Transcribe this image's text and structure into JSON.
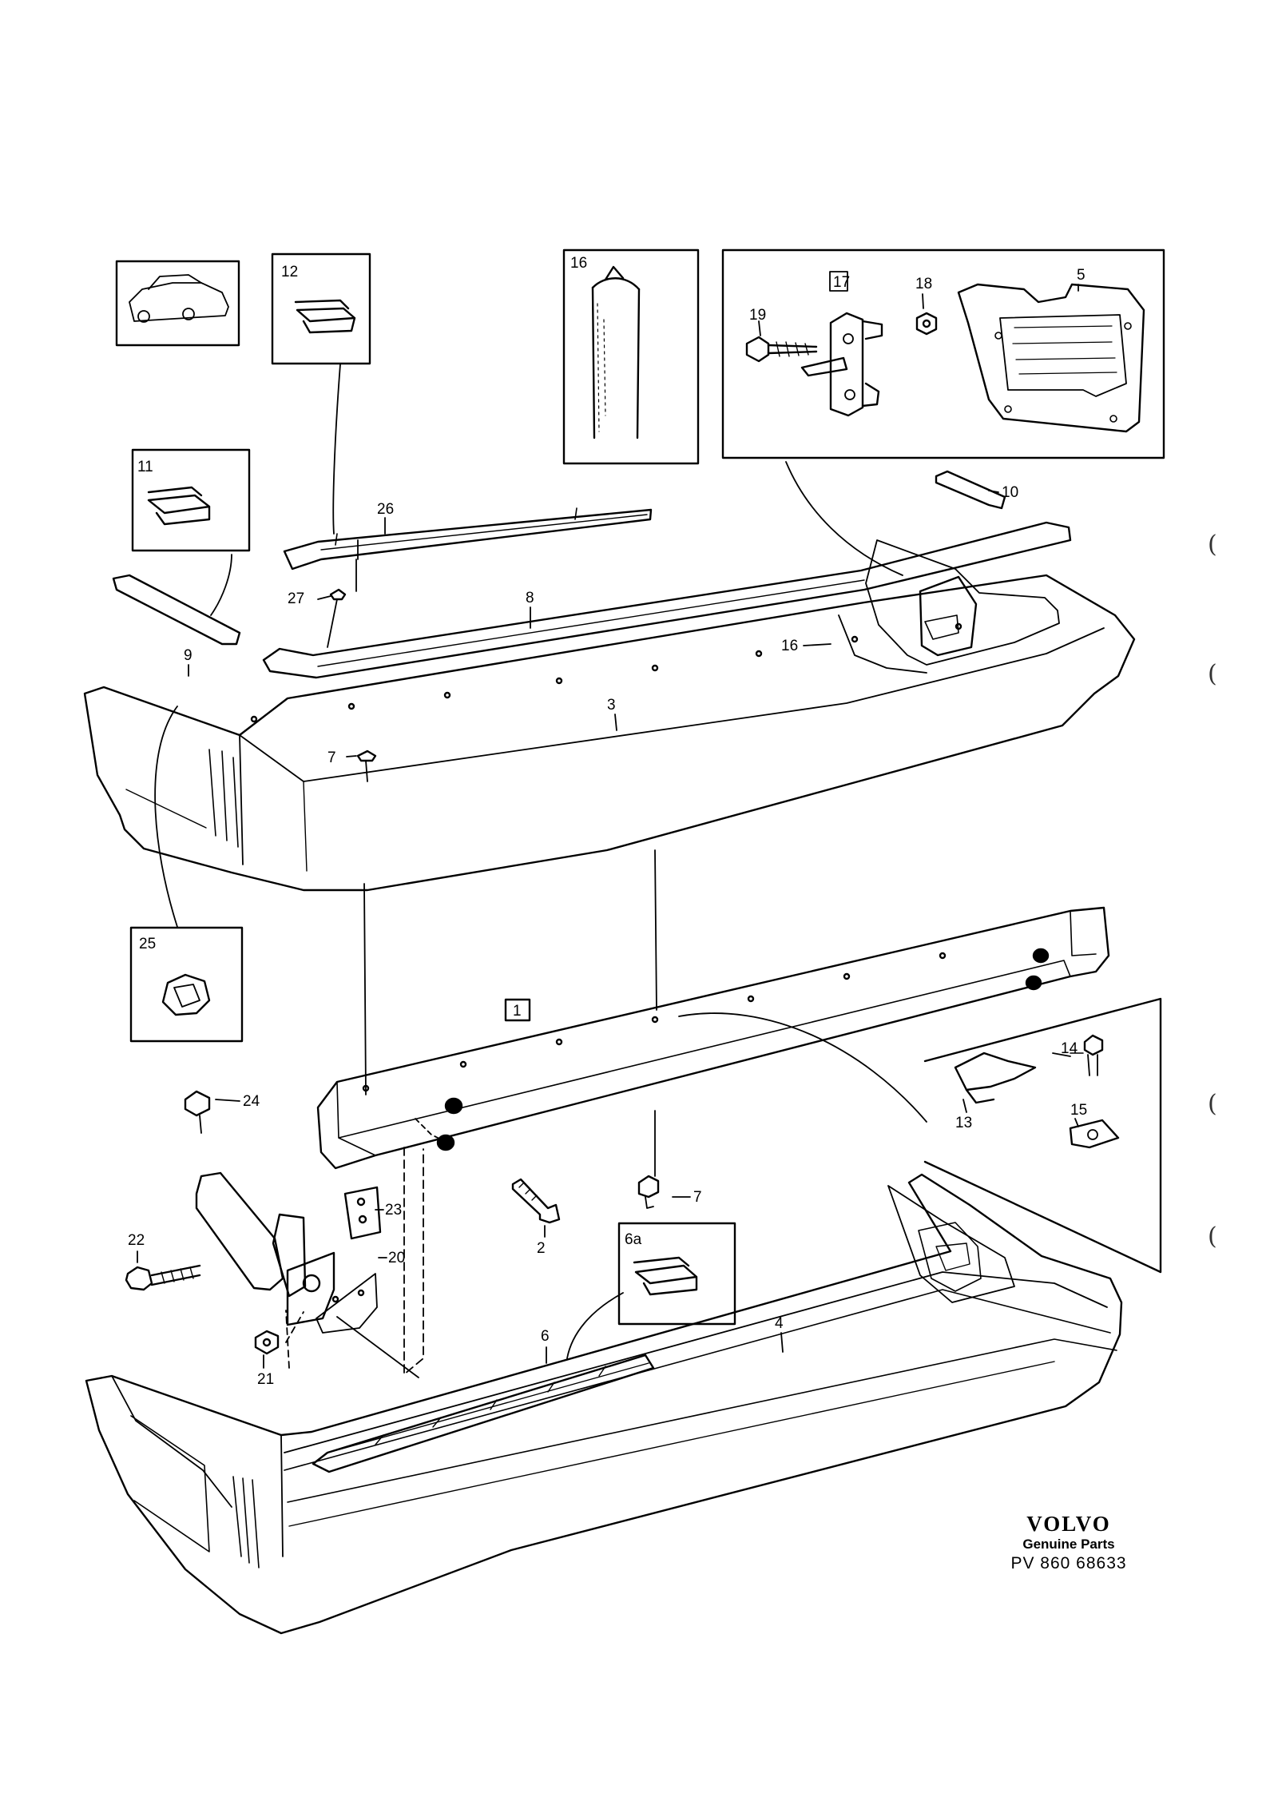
{
  "callouts": {
    "c1": "1",
    "c2": "2",
    "c3": "3",
    "c4": "4",
    "c5": "5",
    "c6": "6",
    "c6a": "6a",
    "c7a": "7",
    "c7b": "7",
    "c8": "8",
    "c9": "9",
    "c10": "10",
    "c11": "11",
    "c12": "12",
    "c13": "13",
    "c14": "14",
    "c15": "15",
    "c16a": "16",
    "c16b": "16",
    "c17": "17",
    "c18": "18",
    "c19": "19",
    "c20": "20",
    "c21": "21",
    "c22": "22",
    "c23": "23",
    "c24": "24",
    "c25": "25",
    "c26": "26",
    "c27": "27"
  },
  "brand": {
    "logo": "VOLVO",
    "subtitle": "Genuine Parts",
    "code": "PV 860  68633"
  },
  "colors": {
    "ink": "#000000",
    "paper": "#ffffff"
  },
  "margin_marks": [
    "(",
    "(",
    "(",
    "("
  ]
}
